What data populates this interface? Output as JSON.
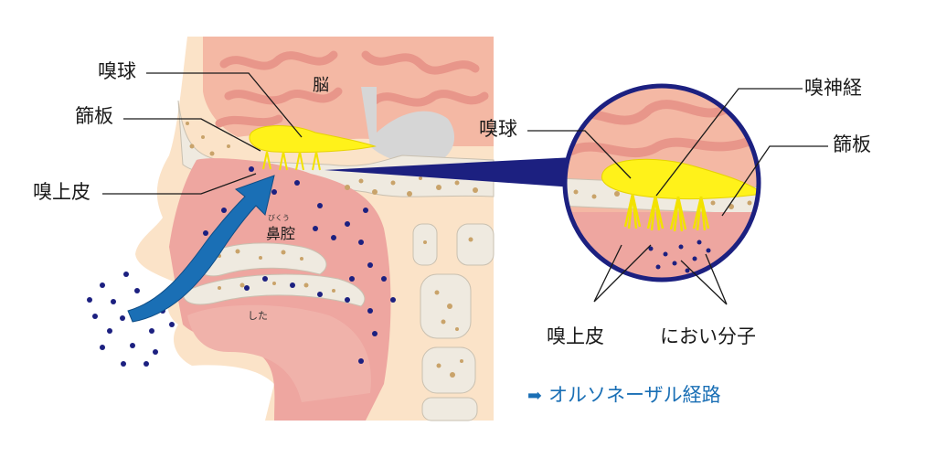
{
  "labels": {
    "olfactory_bulb": "嗅球",
    "brain": "脳",
    "cribriform_plate": "篩板",
    "olfactory_epithelium": "嗅上皮",
    "nasal_cavity": "鼻腔",
    "nasal_cavity_ruby": "びくう",
    "tongue": "した"
  },
  "zoom_labels": {
    "olfactory_bulb": "嗅球",
    "olfactory_nerve": "嗅神経",
    "cribriform_plate": "篩板",
    "olfactory_epithelium": "嗅上皮",
    "odor_molecules": "におい分子"
  },
  "route": {
    "arrow_glyph": "➡",
    "label": "オルソネーザル経路"
  },
  "colors": {
    "skin": "#fbe3c8",
    "brain": "#f4b8a4",
    "mucosa": "#eea6a0",
    "bulb": "#fff21a",
    "bone": "#efeae0",
    "bone_dot": "#c9a36a",
    "molecule": "#1c2080",
    "route_blue": "#1a6fb5",
    "zoom_ring": "#1c2080"
  }
}
